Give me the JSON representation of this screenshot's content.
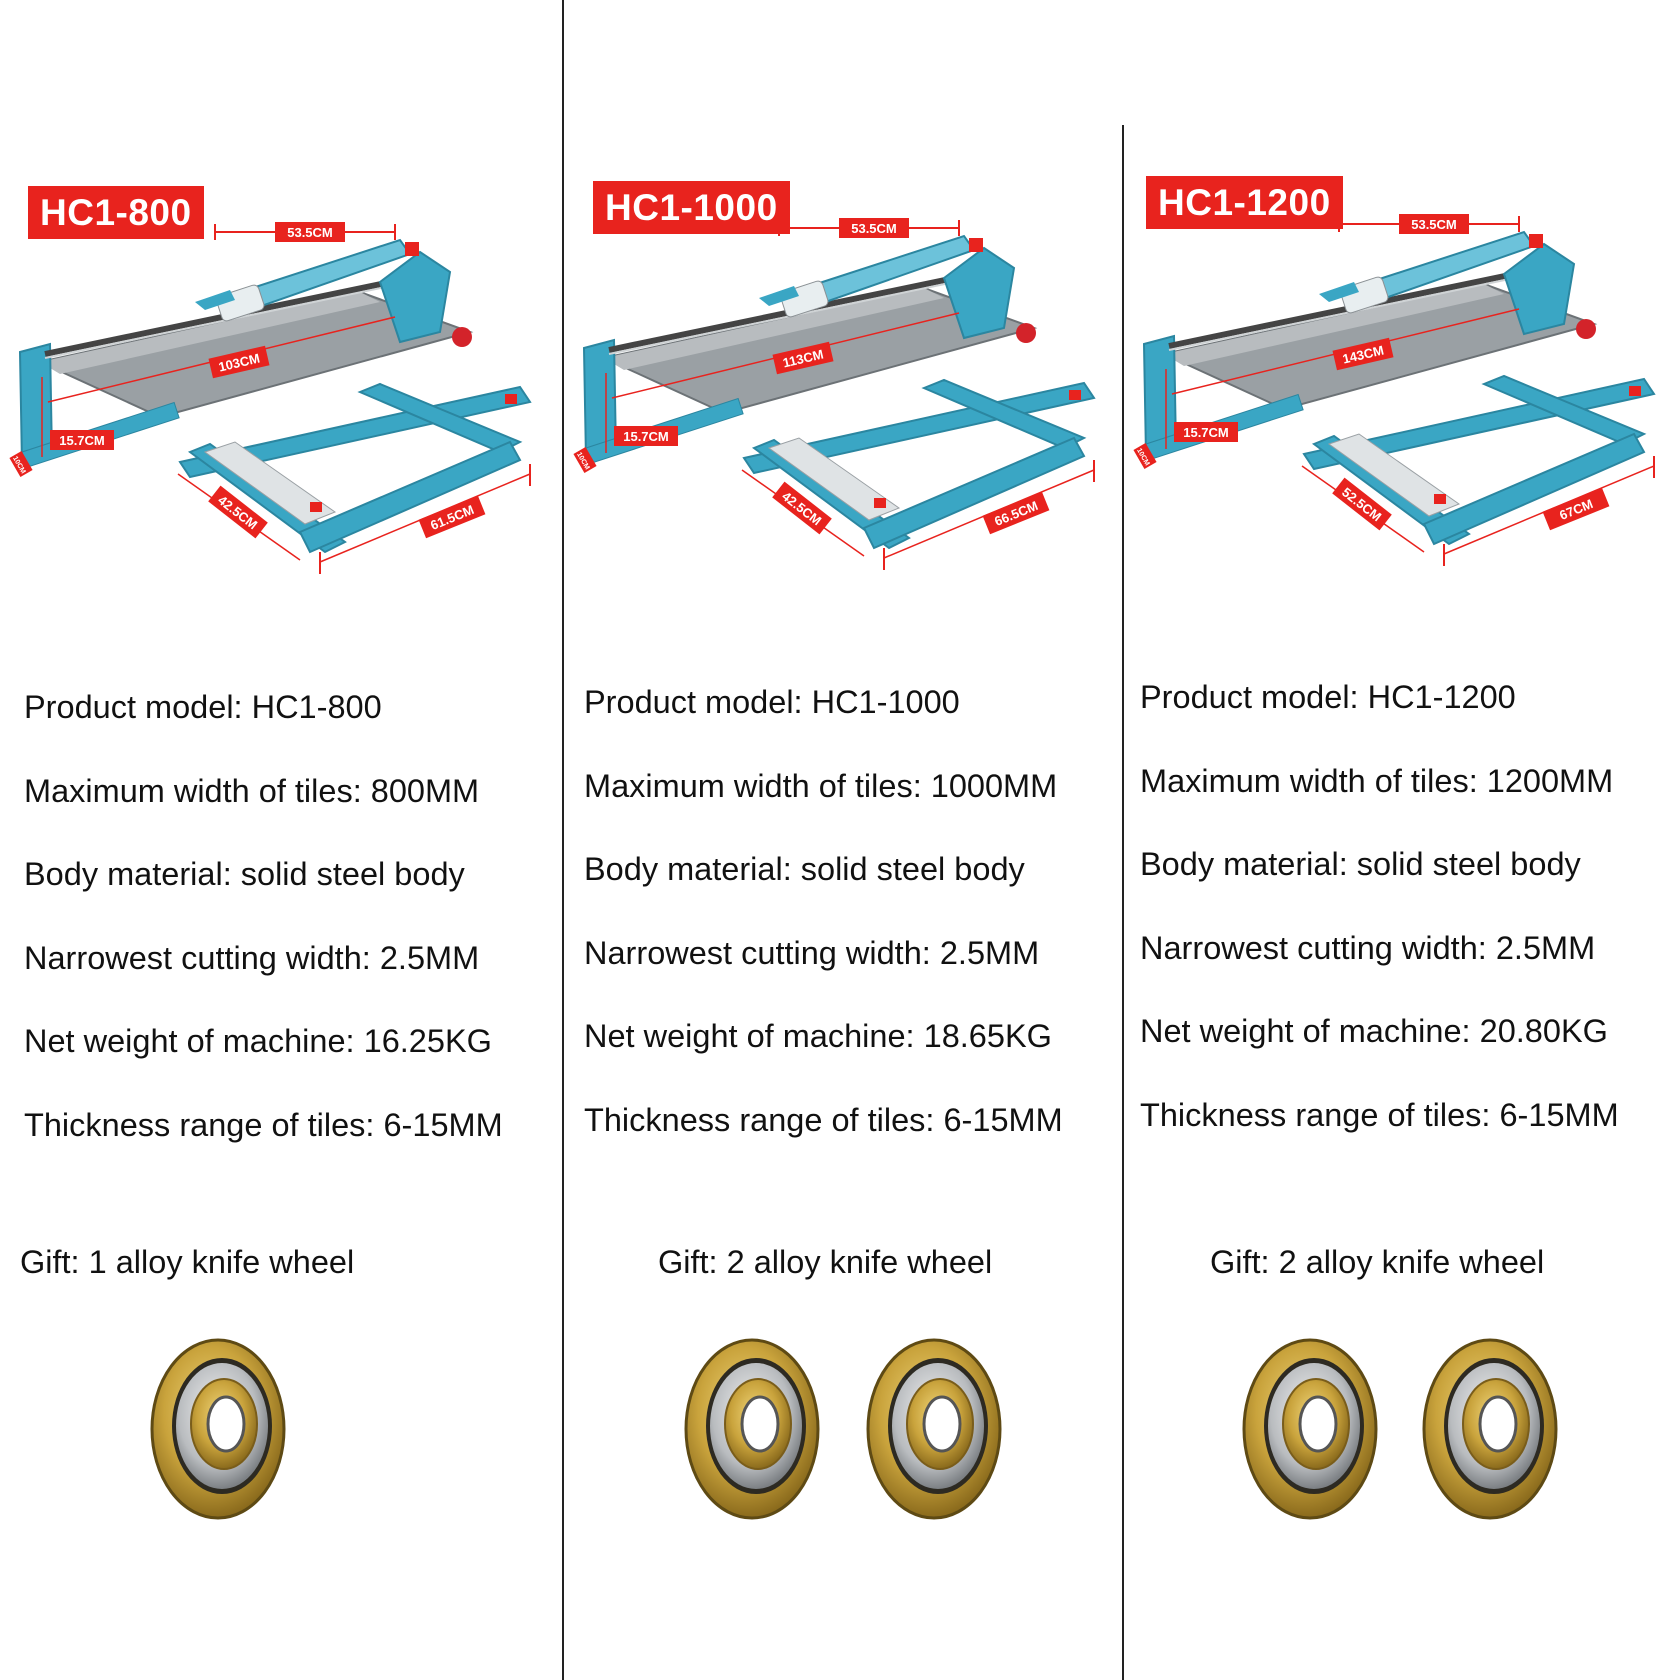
{
  "theme": {
    "badge_color": "#e8231e",
    "frame_color": "#3aa6c4",
    "frame_dark": "#2b86a0",
    "steel_color": "#8f9498",
    "wheel_gold": "#c9a33c"
  },
  "products": [
    {
      "badge": "HC1-800",
      "dims": {
        "top": "53.5CM",
        "rail": "103CM",
        "height": "15.7CM",
        "side": "10CM",
        "depth": "42.5CM",
        "front": "61.5CM"
      },
      "specs": [
        "Product model: HC1-800",
        "Maximum width of tiles: 800MM",
        "Body material: solid steel body",
        "Narrowest cutting width: 2.5MM",
        "Net weight of machine: 16.25KG",
        "Thickness range of tiles: 6-15MM"
      ],
      "gift": "Gift: 1 alloy knife wheel",
      "wheel_count": 1
    },
    {
      "badge": "HC1-1000",
      "dims": {
        "top": "53.5CM",
        "rail": "113CM",
        "height": "15.7CM",
        "side": "10CM",
        "depth": "42.5CM",
        "front": "66.5CM"
      },
      "specs": [
        "Product model: HC1-1000",
        "Maximum width of tiles: 1000MM",
        "Body material: solid steel body",
        "Narrowest cutting width: 2.5MM",
        "Net weight of machine: 18.65KG",
        "Thickness range of tiles: 6-15MM"
      ],
      "gift": "Gift: 2 alloy knife wheel",
      "wheel_count": 2
    },
    {
      "badge": "HC1-1200",
      "dims": {
        "top": "53.5CM",
        "rail": "143CM",
        "height": "15.7CM",
        "side": "10CM",
        "depth": "52.5CM",
        "front": "67CM"
      },
      "specs": [
        "Product model: HC1-1200",
        "Maximum width of tiles: 1200MM",
        "Body material: solid steel body",
        "Narrowest cutting width: 2.5MM",
        "Net weight of machine: 20.80KG",
        "Thickness range of tiles: 6-15MM"
      ],
      "gift": "Gift: 2 alloy knife wheel",
      "wheel_count": 2
    }
  ]
}
